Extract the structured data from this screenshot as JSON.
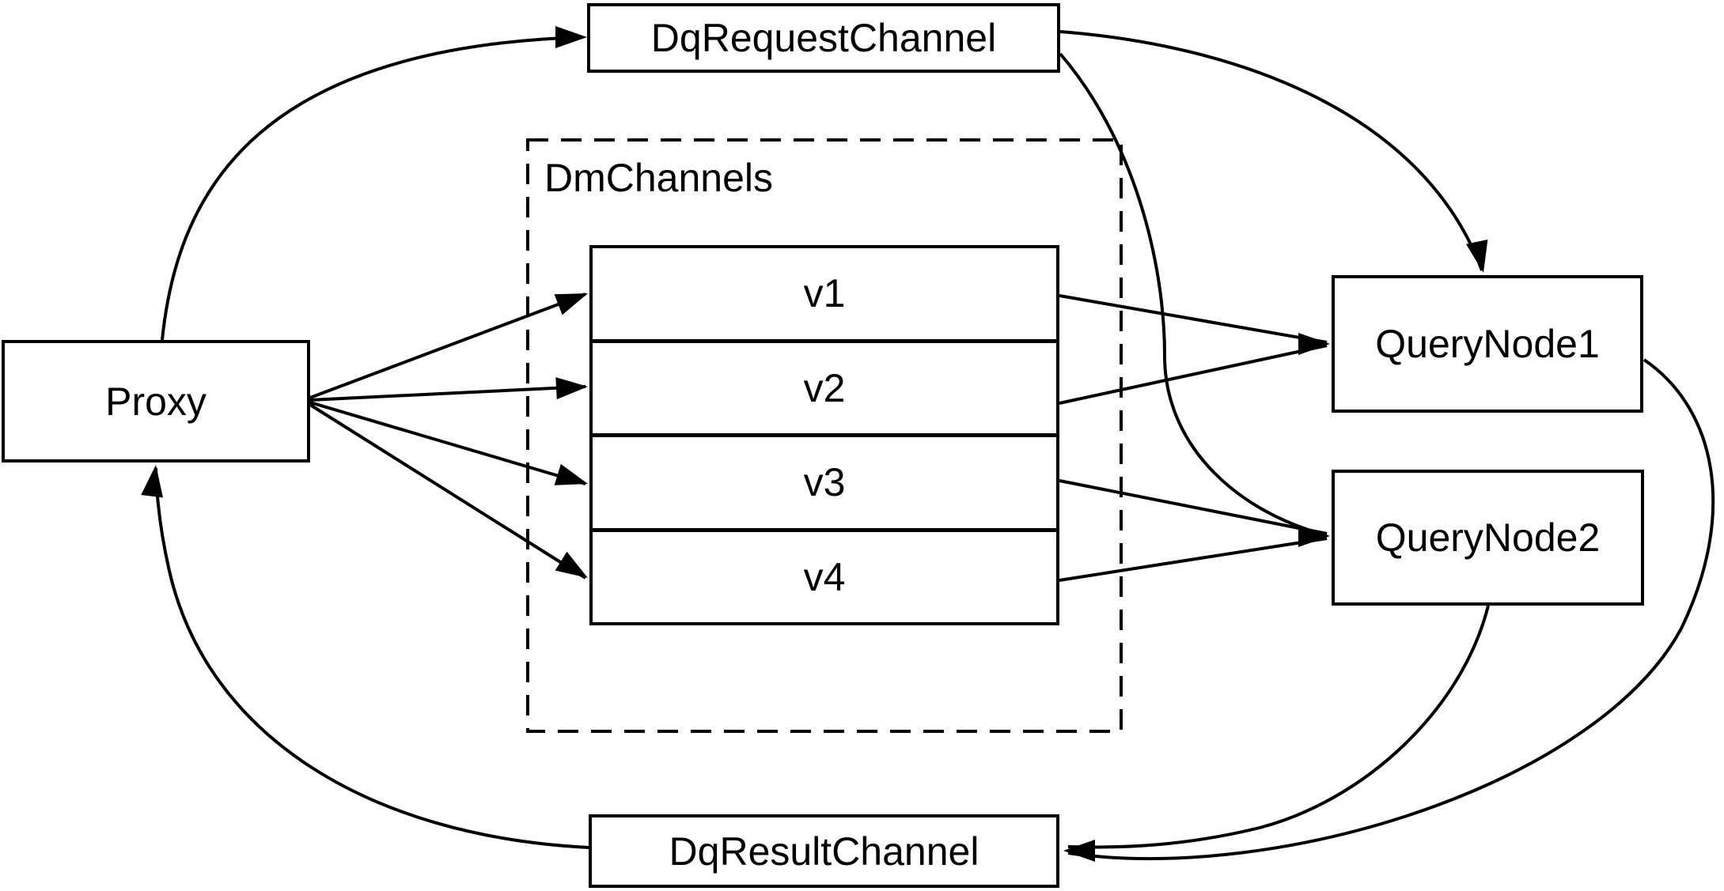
{
  "diagram": {
    "colors": {
      "line": "#000000",
      "node_fill": "#ffffff",
      "background": "#ffffff"
    },
    "nodes": {
      "proxy": {
        "label": "Proxy"
      },
      "dq_request_channel": {
        "label": "DqRequestChannel"
      },
      "dm_channels": {
        "label": "DmChannels",
        "channels": [
          {
            "label": "v1"
          },
          {
            "label": "v2"
          },
          {
            "label": "v3"
          },
          {
            "label": "v4"
          }
        ]
      },
      "query_node_1": {
        "label": "QueryNode1"
      },
      "query_node_2": {
        "label": "QueryNode2"
      },
      "dq_result_channel": {
        "label": "DqResultChannel"
      }
    },
    "edges": [
      {
        "from": "Proxy",
        "to": "DqRequestChannel"
      },
      {
        "from": "Proxy",
        "to": "v1"
      },
      {
        "from": "Proxy",
        "to": "v2"
      },
      {
        "from": "Proxy",
        "to": "v3"
      },
      {
        "from": "Proxy",
        "to": "v4"
      },
      {
        "from": "v1",
        "to": "QueryNode1"
      },
      {
        "from": "v2",
        "to": "QueryNode1"
      },
      {
        "from": "v3",
        "to": "QueryNode2"
      },
      {
        "from": "v4",
        "to": "QueryNode2"
      },
      {
        "from": "DqRequestChannel",
        "to": "QueryNode1"
      },
      {
        "from": "DqRequestChannel",
        "to": "QueryNode2"
      },
      {
        "from": "QueryNode1",
        "to": "DqResultChannel"
      },
      {
        "from": "QueryNode2",
        "to": "DqResultChannel"
      },
      {
        "from": "DqResultChannel",
        "to": "Proxy"
      }
    ]
  }
}
